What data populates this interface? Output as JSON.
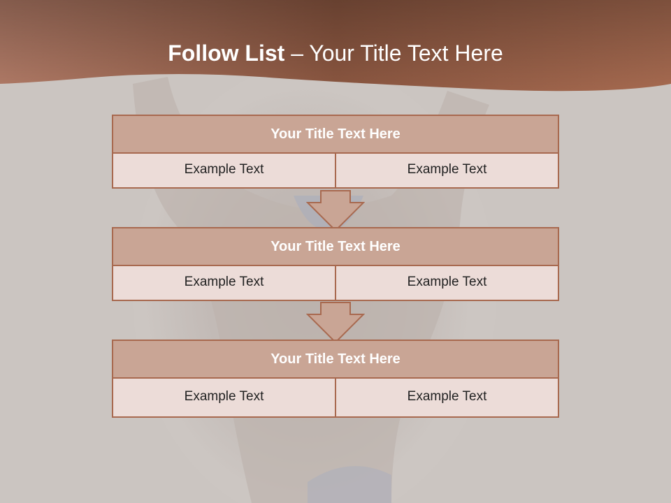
{
  "title": {
    "bold": "Follow List",
    "rest": " – Your Title Text Here"
  },
  "steps": [
    {
      "title": "Your Title Text Here",
      "left": "Example Text",
      "right": "Example Text"
    },
    {
      "title": "Your Title Text Here",
      "left": "Example Text",
      "right": "Example Text"
    },
    {
      "title": "Your Title Text Here",
      "left": "Example Text",
      "right": "Example Text"
    }
  ],
  "colors": {
    "header_band": "#9a5f48",
    "box_title_fill": "#c9a595",
    "box_cell_fill": "#ecdcd8",
    "border": "#a8694f"
  },
  "icons": [
    "down-arrow-icon"
  ]
}
